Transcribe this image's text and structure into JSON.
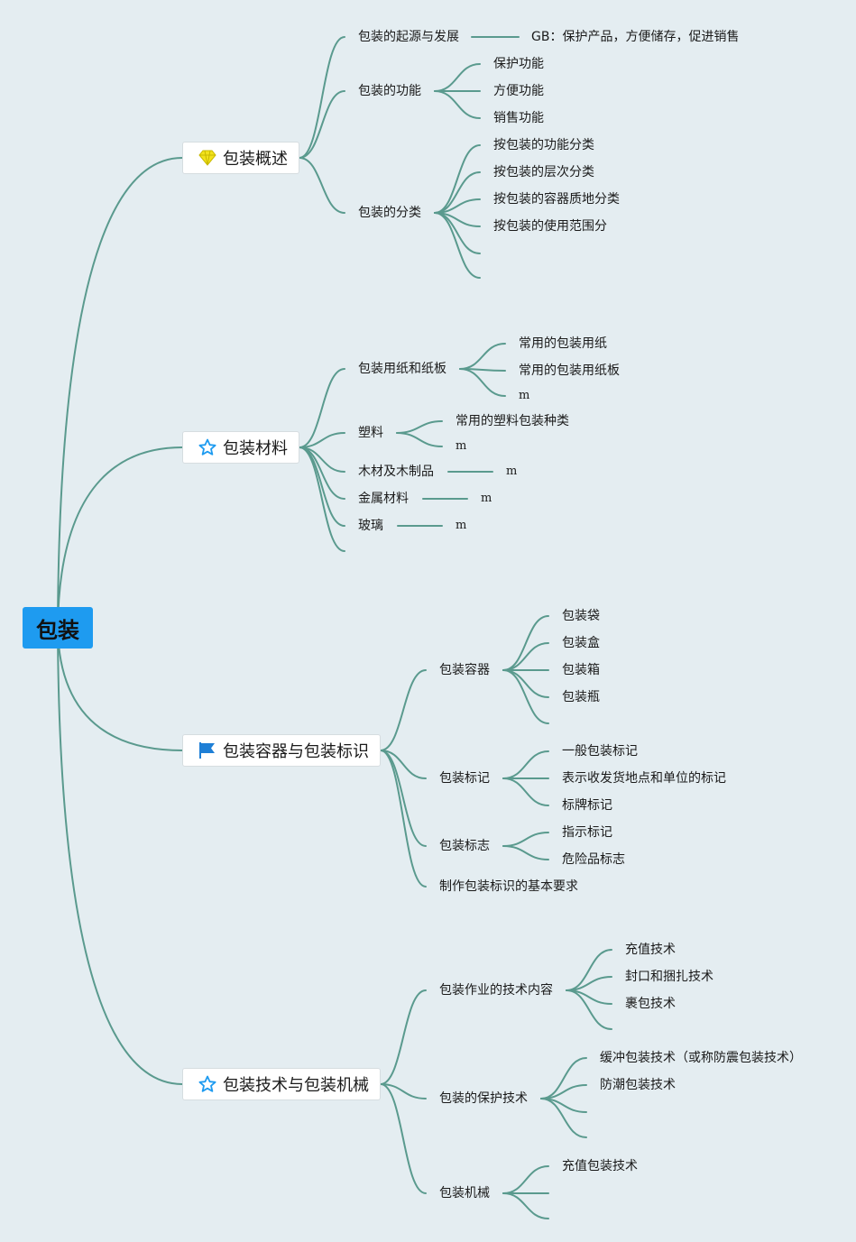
{
  "root": "包装",
  "topics": {
    "overview": "包装概述",
    "materials": "包装材料",
    "containers": "包装容器与包装标识",
    "tech": "包装技术与包装机械"
  },
  "icons": {
    "overview": "diamond-icon",
    "materials": "star-icon",
    "containers": "flag-icon",
    "tech": "star-icon"
  },
  "colors": {
    "root": "#1e9bf0",
    "line": "#5a9a8e",
    "star": "#1e9bf0",
    "diamond": "#f2e21c",
    "flag": "#1e7fd6"
  },
  "overview": {
    "origin": "包装的起源与发展",
    "gb": "GB：保护产品，方便储存，促进销售",
    "function": "包装的功能",
    "function_items": [
      "保护功能",
      "方便功能",
      "销售功能"
    ],
    "classify": "包装的分类",
    "classify_items": [
      "按包装的功能分类",
      "按包装的层次分类",
      "按包装的容器质地分类",
      "按包装的使用范围分"
    ]
  },
  "materials": {
    "paper": "包装用纸和纸板",
    "paper_items": [
      "常用的包装用纸",
      "常用的包装用纸板",
      "m"
    ],
    "plastic": "塑料",
    "plastic_items": [
      "常用的塑料包装种类",
      "m"
    ],
    "wood": "木材及木制品",
    "wood_child": "m",
    "metal": "金属材料",
    "metal_child": "m",
    "glass": "玻璃",
    "glass_child": "m"
  },
  "containers": {
    "container": "包装容器",
    "container_items": [
      "包装袋",
      "包装盒",
      "包装箱",
      "包装瓶"
    ],
    "mark": "包装标记",
    "mark_items": [
      "一般包装标记",
      "表示收发货地点和单位的标记",
      "标牌标记"
    ],
    "sign": "包装标志",
    "sign_items": [
      "指示标记",
      "危险品标志"
    ],
    "requirement": "制作包装标识的基本要求"
  },
  "tech": {
    "content": "包装作业的技术内容",
    "content_items": [
      "充值技术",
      "封口和捆扎技术",
      "裹包技术"
    ],
    "protect": "包装的保护技术",
    "protect_items": [
      "缓冲包装技术（或称防震包装技术）",
      "防潮包装技术"
    ],
    "machine": "包装机械",
    "machine_items": [
      "充值包装技术"
    ]
  }
}
